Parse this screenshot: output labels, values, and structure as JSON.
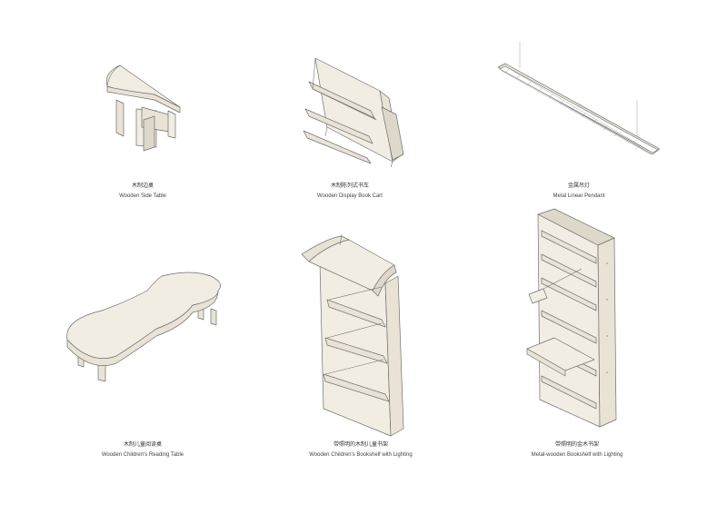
{
  "items": [
    {
      "name_zh": "木制边桌",
      "name_en": "Wooden Side Table",
      "icon": "side-table-icon"
    },
    {
      "name_zh": "木制陈列式书车",
      "name_en": "Wooden Display Book Cart",
      "icon": "book-cart-icon"
    },
    {
      "name_zh": "金属吊灯",
      "name_en": "Metal Linear Pendant",
      "icon": "linear-pendant-icon"
    },
    {
      "name_zh": "木制儿童阅读桌",
      "name_en": "Wooden Children's Reading Table",
      "icon": "reading-table-icon"
    },
    {
      "name_zh": "带照明的木制儿童书架",
      "name_en": "Wooden Children's Bookshelf with Lighting",
      "icon": "lit-bookshelf-icon"
    },
    {
      "name_zh": "带照明的金木书架",
      "name_en": "Metal-wooden Bookshelf with Lighting",
      "icon": "metal-wood-bookshelf-icon"
    }
  ],
  "colors": {
    "panel": "#f1ede2",
    "outline": "#6f6f6f",
    "background": "#ffffff"
  }
}
